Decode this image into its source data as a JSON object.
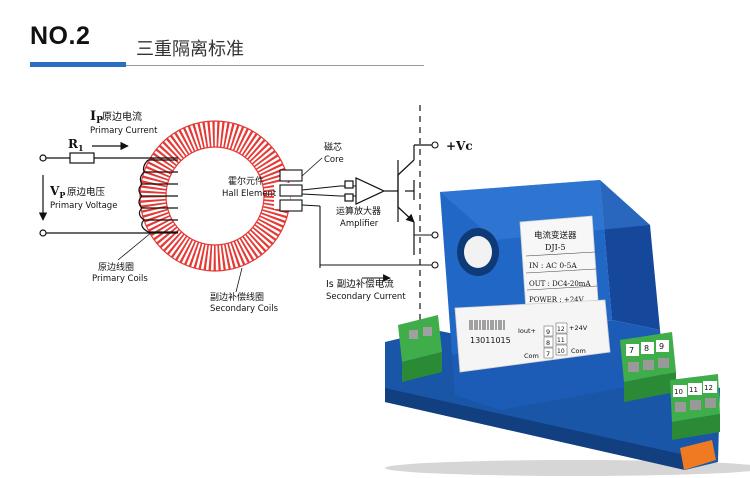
{
  "header": {
    "no": "NO.2",
    "title": "三重隔离标准"
  },
  "diagram": {
    "ip_prefix": "I",
    "ip_sub": "P",
    "ip_cn": "原边电流",
    "ip_en": "Primary Current",
    "r1_main": "R",
    "r1_sub": "1",
    "vp_prefix": "V",
    "vp_sub": "P",
    "vp_cn": "原边电压",
    "vp_en": "Primary Voltage",
    "primary_coils_cn": "原边线圈",
    "primary_coils_en": "Primary Coils",
    "secondary_coils_cn": "副边补偿线圈",
    "secondary_coils_en": "Secondary Coils",
    "core_cn": "磁芯",
    "core_en": "Core",
    "hall_cn": "霍尔元件",
    "hall_en": "Hall Element",
    "amp_cn": "运算放大器",
    "amp_en": "Amplifier",
    "is_prefix": "Is",
    "is_cn": "副边补偿电流",
    "is_en": "Secondary Current",
    "vc": "+Vc"
  },
  "device": {
    "label_title": "电流变送器",
    "model": "DJI-5",
    "input": "IN : AC 0-5A",
    "output": "OUT : DC4-20mA",
    "power": "POWER : +24V",
    "serial": "13011015",
    "iout": "Iout+",
    "com1": "Com",
    "pin9": "9",
    "pin8": "8",
    "pin7": "7",
    "pin12": "12",
    "pin11": "11",
    "pin10": "10",
    "plus24": "+24V",
    "com2": "Com",
    "term_top": [
      "7",
      "8",
      "9"
    ],
    "term_bottom": [
      "10",
      "11",
      "12"
    ]
  },
  "colors": {
    "accent": "#2a6fc4",
    "coil": "#e53935",
    "device_body": "#1f64c0",
    "terminal": "#3fae4a"
  }
}
